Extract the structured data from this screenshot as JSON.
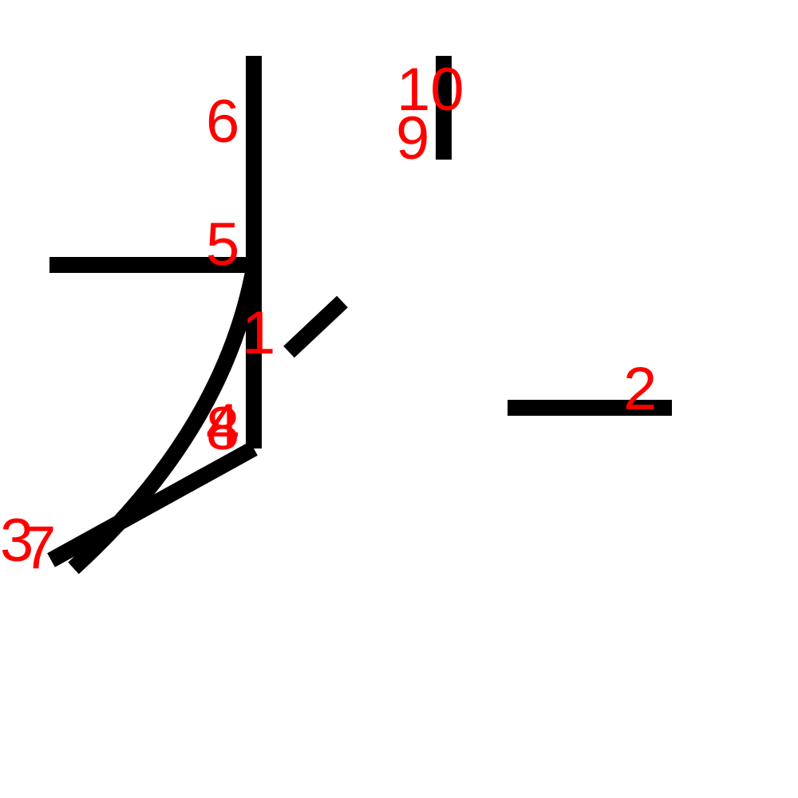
{
  "colors": {
    "stroke": "#000000",
    "label": "#ff0000",
    "background": "#ffffff"
  },
  "labels": {
    "l1": "1",
    "l2": "2",
    "l3": "3",
    "l4": "4",
    "l5": "5",
    "l6": "6",
    "l7": "7",
    "l8": "8",
    "l9": "9",
    "l10": "10"
  }
}
